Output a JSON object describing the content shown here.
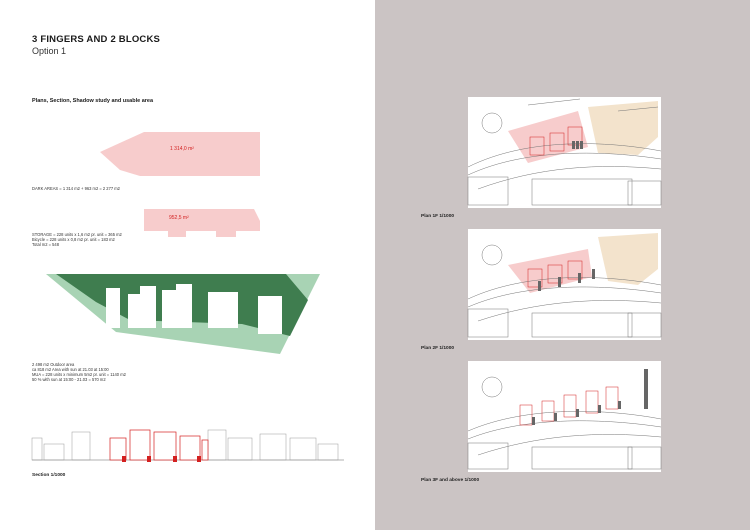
{
  "header": {
    "title": "3 FINGERS AND 2 BLOCKS",
    "option": "Option 1",
    "subtitle": "Plans, Section, Shadow study and usable area"
  },
  "areas": {
    "top_shape_label": "1 314,0 m²",
    "mid_shape_label": "952,5 m²",
    "dark_areas_note": "DARK AREAS = 1 314 m2 + 963 m2 = 2 277 m2",
    "storage_lines": [
      "STORAGE = 228 units x 1,6 m2 pr. unit = 365 m2",
      "Bicycle = 228 units x 0,8 m2 pr. unit = 183 m2",
      "Total m2 = 548"
    ],
    "outdoor_lines": [
      "2 498 m2 Outdoor area",
      "ca 818 m2 Area with sun at 21.03 at 15:00",
      "MUA = 228 units x minimum 5m2 pr. unit = 1140 m2",
      "50 % with sun at 15:00 - 21.03 = 570 m2"
    ]
  },
  "captions": {
    "section": "Section 1/1000",
    "plan_1f": "Plan 1F 1/1000",
    "plan_2f": "Plan 2F 1/1000",
    "plan_3f": "Plan 3F and above 1/1000"
  },
  "colors": {
    "page_right": "#cbc4c4",
    "pink_area": "#f7cccc",
    "shadow_dark": "#3f7d4f",
    "shadow_light": "#a8d3b4",
    "plan_beige": "#f3e3cc",
    "plan_red": "#d32020"
  }
}
